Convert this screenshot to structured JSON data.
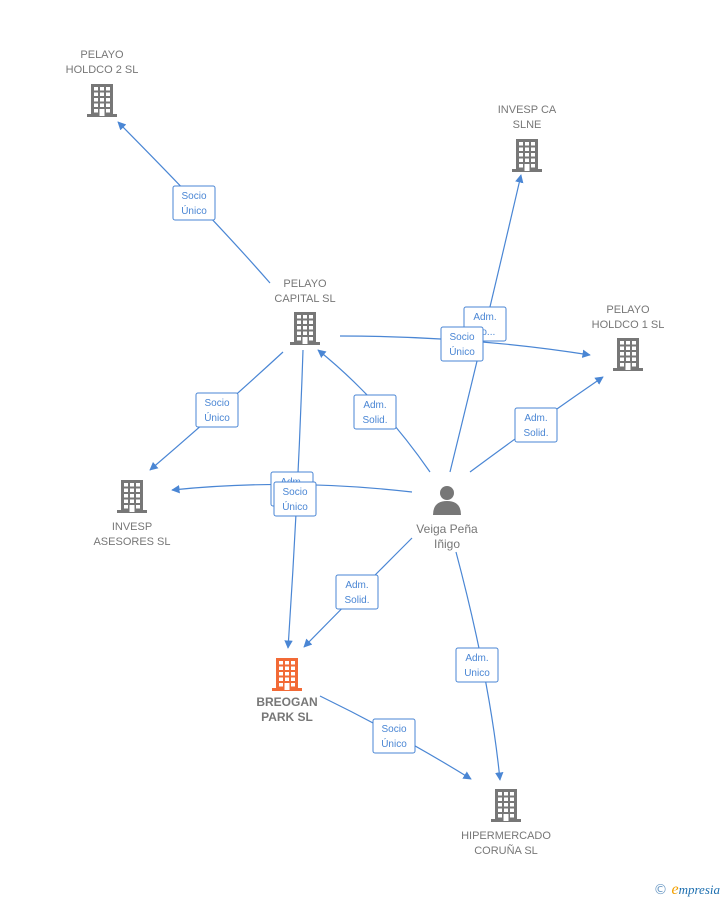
{
  "nodes": [
    {
      "id": "holdco2",
      "kind": "company",
      "lines": [
        "PELAYO",
        "HOLDCO 2  SL"
      ]
    },
    {
      "id": "invesp_ca",
      "kind": "company",
      "lines": [
        "INVESP CA",
        "SLNE"
      ]
    },
    {
      "id": "capital",
      "kind": "company",
      "lines": [
        "PELAYO",
        "CAPITAL  SL"
      ]
    },
    {
      "id": "holdco1",
      "kind": "company",
      "lines": [
        "PELAYO",
        "HOLDCO 1  SL"
      ]
    },
    {
      "id": "invesp_asesores",
      "kind": "company",
      "lines": [
        "INVESP",
        "ASESORES  SL"
      ]
    },
    {
      "id": "person",
      "kind": "person",
      "lines": [
        "Veiga Peña",
        "Iñigo"
      ]
    },
    {
      "id": "breogan",
      "kind": "company-main",
      "lines": [
        "BREOGAN",
        "PARK  SL"
      ]
    },
    {
      "id": "hipermercado",
      "kind": "company",
      "lines": [
        "HIPERMERCADO",
        "CORUÑA  SL"
      ]
    }
  ],
  "edges": [
    {
      "id": "e1",
      "from": "capital",
      "to": "holdco2",
      "label": [
        "Socio",
        "Único"
      ]
    },
    {
      "id": "e2",
      "from": "person",
      "to": "invesp_ca",
      "label": [
        "Adm.",
        "So..."
      ]
    },
    {
      "id": "e3",
      "from": "capital",
      "to": "holdco1",
      "label": [
        "Socio",
        "Único"
      ]
    },
    {
      "id": "e4",
      "from": "person",
      "to": "holdco1",
      "label": [
        "Adm.",
        "Solid."
      ]
    },
    {
      "id": "e5",
      "from": "person",
      "to": "capital",
      "label": [
        "Adm.",
        "Solid."
      ]
    },
    {
      "id": "e6",
      "from": "capital",
      "to": "invesp_asesores",
      "label": [
        "Socio",
        "Único"
      ]
    },
    {
      "id": "e7",
      "from": "person",
      "to": "invesp_asesores",
      "label": [
        "Adm.",
        "Solid."
      ]
    },
    {
      "id": "e8",
      "from": "capital",
      "to": "breogan",
      "label": [
        "Socio",
        "Único"
      ]
    },
    {
      "id": "e9",
      "from": "person",
      "to": "breogan",
      "label": [
        "Adm.",
        "Solid."
      ]
    },
    {
      "id": "e10",
      "from": "person",
      "to": "hipermercado",
      "label": [
        "Adm.",
        "Unico"
      ]
    },
    {
      "id": "e11",
      "from": "breogan",
      "to": "hipermercado",
      "label": [
        "Socio",
        "Único"
      ]
    }
  ],
  "colors": {
    "edge": "#4a86d4",
    "company": "#777777",
    "main": "#f26a36",
    "person": "#777777"
  },
  "logo": {
    "copyright": "©",
    "brand_initial": "e",
    "brand_rest": "mpresia"
  }
}
